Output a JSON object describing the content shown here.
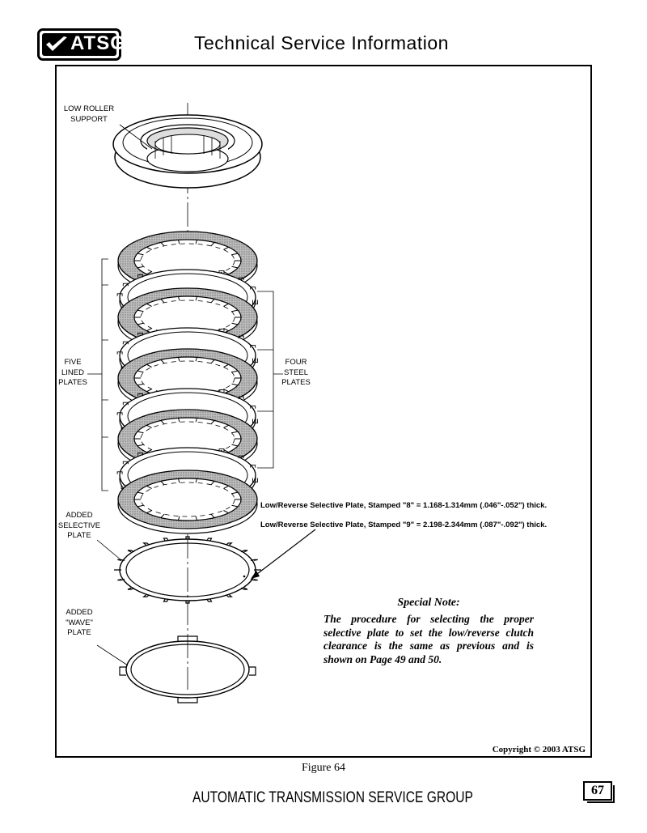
{
  "header": {
    "logo_text": "ATSG",
    "title": "Technical Service Information"
  },
  "diagram": {
    "labels": {
      "low_roller_support": [
        "LOW ROLLER",
        "SUPPORT"
      ],
      "five_lined_plates": [
        "FIVE",
        "LINED",
        "PLATES"
      ],
      "four_steel_plates": [
        "FOUR",
        "STEEL",
        "PLATES"
      ],
      "added_selective_plate": [
        "ADDED",
        "SELECTIVE",
        "PLATE"
      ],
      "added_wave_plate": [
        "ADDED",
        "\"WAVE\"",
        "PLATE"
      ]
    },
    "specs": [
      "Low/Reverse Selective Plate, Stamped \"8\" = 1.168-1.314mm (.046\"-.052\") thick.",
      "Low/Reverse Selective Plate, Stamped \"9\" = 2.198-2.344mm (.087\"-.092\") thick."
    ]
  },
  "special_note": {
    "title": "Special Note:",
    "body": "The procedure for selecting the proper selective plate to set the low/reverse clutch clearance is the same as previous and is shown on Page 49 and 50."
  },
  "copyright": "Copyright © 2003 ATSG",
  "figure_caption": "Figure 64",
  "footer": {
    "org": "AUTOMATIC TRANSMISSION SERVICE GROUP",
    "page_number": "67"
  }
}
